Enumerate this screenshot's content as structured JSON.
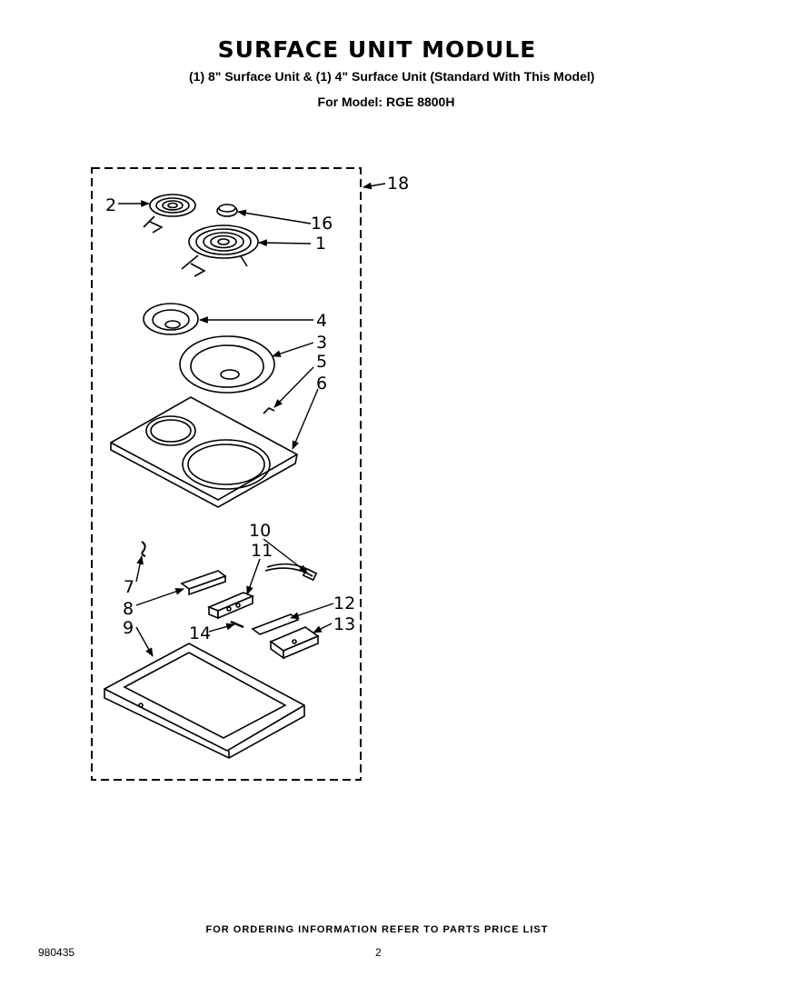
{
  "header": {
    "title": "SURFACE UNIT MODULE",
    "subtitle": "(1) 8\" Surface Unit & (1) 4\" Surface Unit  (Standard With This Model)",
    "model": "For Model: RGE 8800H"
  },
  "parts": {
    "p1": "1",
    "p2": "2",
    "p3": "3",
    "p4": "4",
    "p5": "5",
    "p6": "6",
    "p7": "7",
    "p8": "8",
    "p9": "9",
    "p10": "10",
    "p11": "11",
    "p12": "12",
    "p13": "13",
    "p14": "14",
    "p16": "16",
    "p18": "18"
  },
  "footer": {
    "note": "FOR ORDERING INFORMATION REFER TO PARTS PRICE LIST",
    "doc_number": "980435",
    "page_number": "2"
  }
}
